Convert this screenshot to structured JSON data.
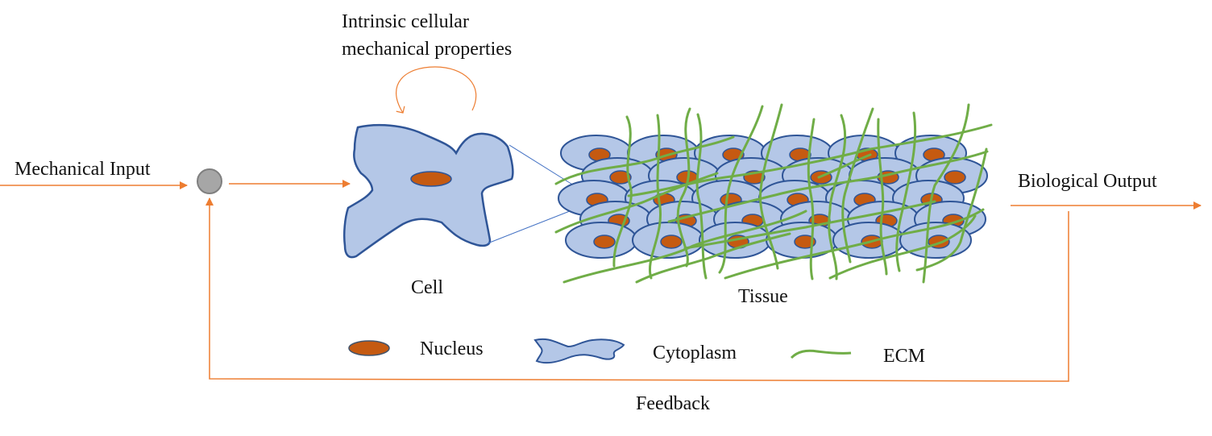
{
  "diagram": {
    "type": "mechanobiology feedback loop",
    "labels": {
      "input": "Mechanical Input",
      "intrinsic": [
        "Intrinsic cellular",
        "mechanical properties"
      ],
      "cell": "Cell",
      "tissue": "Tissue",
      "output": "Biological Output",
      "feedback": "Feedback"
    },
    "legend": [
      {
        "icon": "nucleus-icon",
        "label": "Nucleus"
      },
      {
        "icon": "cytoplasm-icon",
        "label": "Cytoplasm"
      },
      {
        "icon": "ecm-icon",
        "label": "ECM"
      }
    ],
    "tissue_grid": {
      "rows": 5,
      "cols": 6
    },
    "colors": {
      "arrow": "#ED7D31",
      "cell_fill": "#B4C7E7",
      "cell_stroke": "#2F5597",
      "nucleus_fill": "#C55A11",
      "ecm": "#70AD47",
      "junction_fill": "#A6A6A6",
      "junction_stroke": "#7F7F7F"
    }
  }
}
